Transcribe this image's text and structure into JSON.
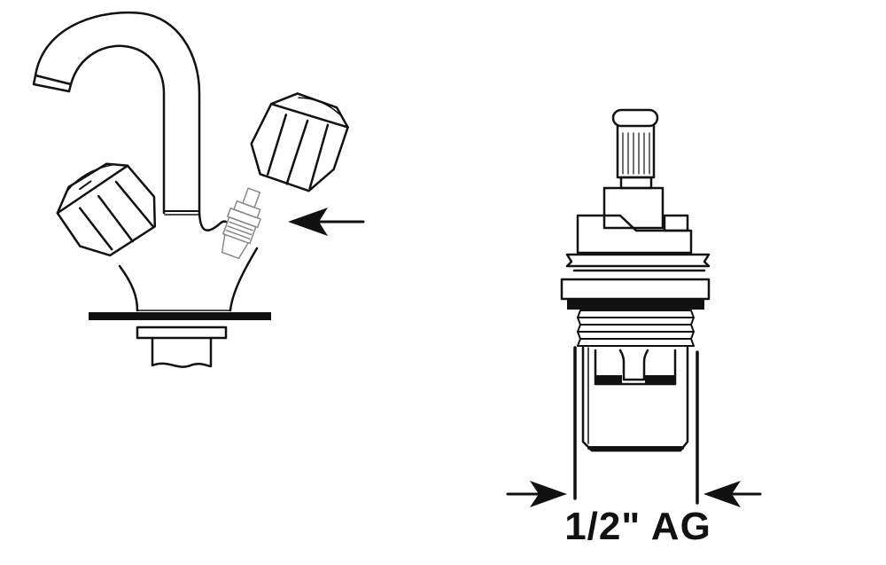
{
  "diagram": {
    "left_figure": {
      "subject": "two-handle faucet with spout, one cartridge shown removed",
      "parts": [
        "spout",
        "left-handle-knob",
        "right-handle-knob",
        "valve-cartridge",
        "base-plate",
        "mounting-nut",
        "supply-pipe"
      ],
      "pointer": "arrow-left-icon"
    },
    "right_figure": {
      "subject": "valve cartridge, enlarged view",
      "parts": [
        "splined-stem",
        "stem-cap",
        "upper-body",
        "flange",
        "thread",
        "lower-body"
      ],
      "dimension_label": "1/2\" AG",
      "dimension_arrows": [
        "arrow-right-icon",
        "arrow-left-icon"
      ]
    },
    "colors": {
      "line": "#111111",
      "background": "#ffffff"
    }
  }
}
